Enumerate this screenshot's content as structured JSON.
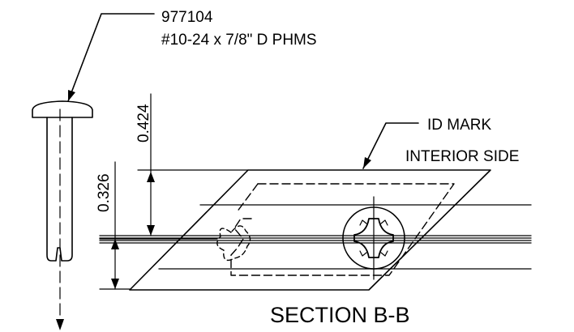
{
  "callout": {
    "part_number": "977104",
    "screw_spec": "#10-24 x 7/8\" D PHMS"
  },
  "dimensions": {
    "upper": "0.424",
    "lower": "0.326"
  },
  "labels": {
    "id_mark": "ID MARK",
    "interior_side": "INTERIOR SIDE",
    "section_title": "SECTION B-B"
  },
  "colors": {
    "line": "#000000",
    "background": "#ffffff"
  }
}
